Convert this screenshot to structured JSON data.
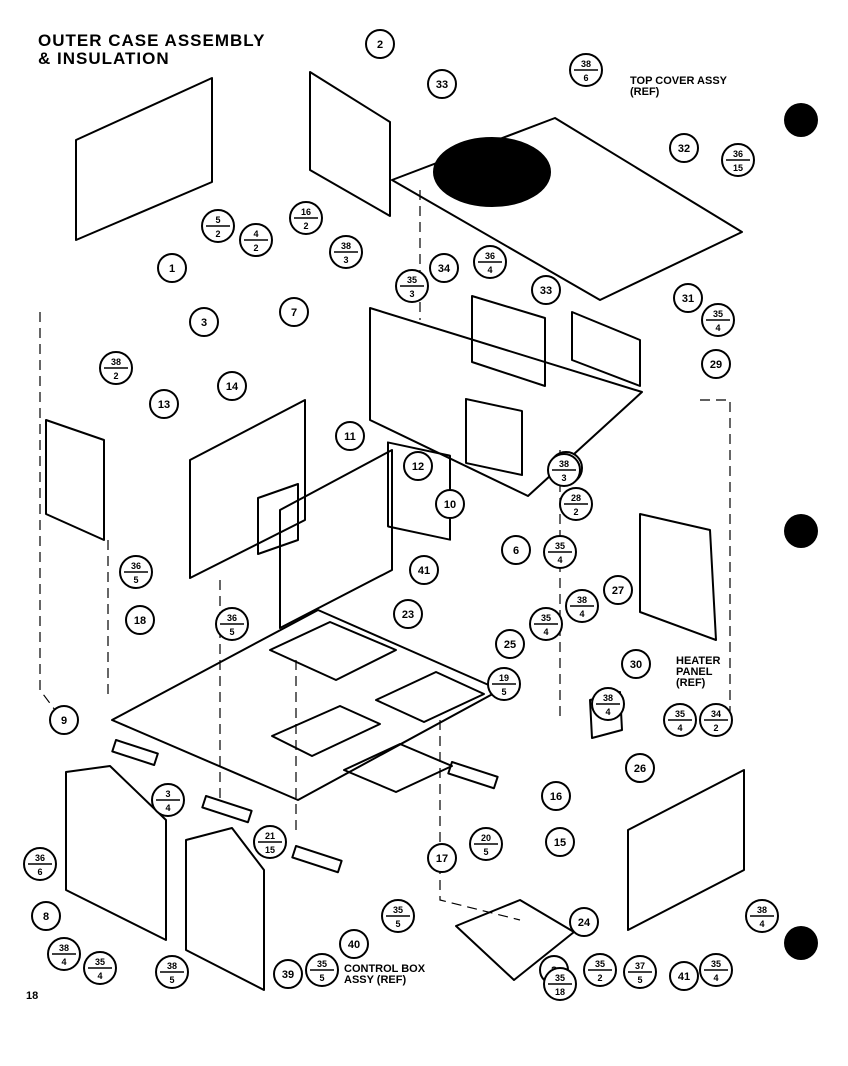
{
  "title": {
    "line1": "OUTER CASE ASSEMBLY",
    "line2": "& INSULATION"
  },
  "labels": {
    "top_cover": "TOP COVER ASSY\n(REF)",
    "heater_panel": "HEATER\nPANEL\n(REF)",
    "control_box": "CONTROL BOX\nASSY (REF)"
  },
  "page_number": "18",
  "callouts": [
    "1",
    "2",
    "3",
    "6",
    "7",
    "9",
    "10",
    "11",
    "12",
    "13",
    "14",
    "15",
    "16",
    "17",
    "18",
    "23",
    "24",
    "25",
    "26",
    "27",
    "29",
    "30",
    "31",
    "32",
    "33",
    "33",
    "34",
    "40",
    "41",
    "41",
    "39",
    "8",
    "2"
  ],
  "fraction_callouts": [
    {
      "num": "5",
      "den": "2"
    },
    {
      "num": "4",
      "den": "2"
    },
    {
      "num": "16",
      "den": "2"
    },
    {
      "num": "38",
      "den": "6"
    },
    {
      "num": "38",
      "den": "2"
    },
    {
      "num": "38",
      "den": "3"
    },
    {
      "num": "35",
      "den": "3"
    },
    {
      "num": "36",
      "den": "4"
    },
    {
      "num": "36",
      "den": "15"
    },
    {
      "num": "35",
      "den": "4"
    },
    {
      "num": "36",
      "den": "6"
    },
    {
      "num": "38",
      "den": "3"
    },
    {
      "num": "28",
      "den": "2"
    },
    {
      "num": "35",
      "den": "4"
    },
    {
      "num": "36",
      "den": "5"
    },
    {
      "num": "36",
      "den": "5"
    },
    {
      "num": "35",
      "den": "4"
    },
    {
      "num": "38",
      "den": "4"
    },
    {
      "num": "19",
      "den": "5"
    },
    {
      "num": "3",
      "den": "4"
    },
    {
      "num": "21",
      "den": "15"
    },
    {
      "num": "20",
      "den": "5"
    },
    {
      "num": "36",
      "den": "6"
    },
    {
      "num": "34",
      "den": "2"
    },
    {
      "num": "38",
      "den": "4"
    },
    {
      "num": "35",
      "den": "4"
    },
    {
      "num": "38",
      "den": "5"
    },
    {
      "num": "35",
      "den": "5"
    },
    {
      "num": "35",
      "den": "5"
    },
    {
      "num": "35",
      "den": "18"
    },
    {
      "num": "35",
      "den": "2"
    },
    {
      "num": "37",
      "den": "5"
    },
    {
      "num": "35",
      "den": "4"
    },
    {
      "num": "38",
      "den": "4"
    },
    {
      "num": "35",
      "den": "4"
    },
    {
      "num": "38",
      "den": "4"
    }
  ]
}
